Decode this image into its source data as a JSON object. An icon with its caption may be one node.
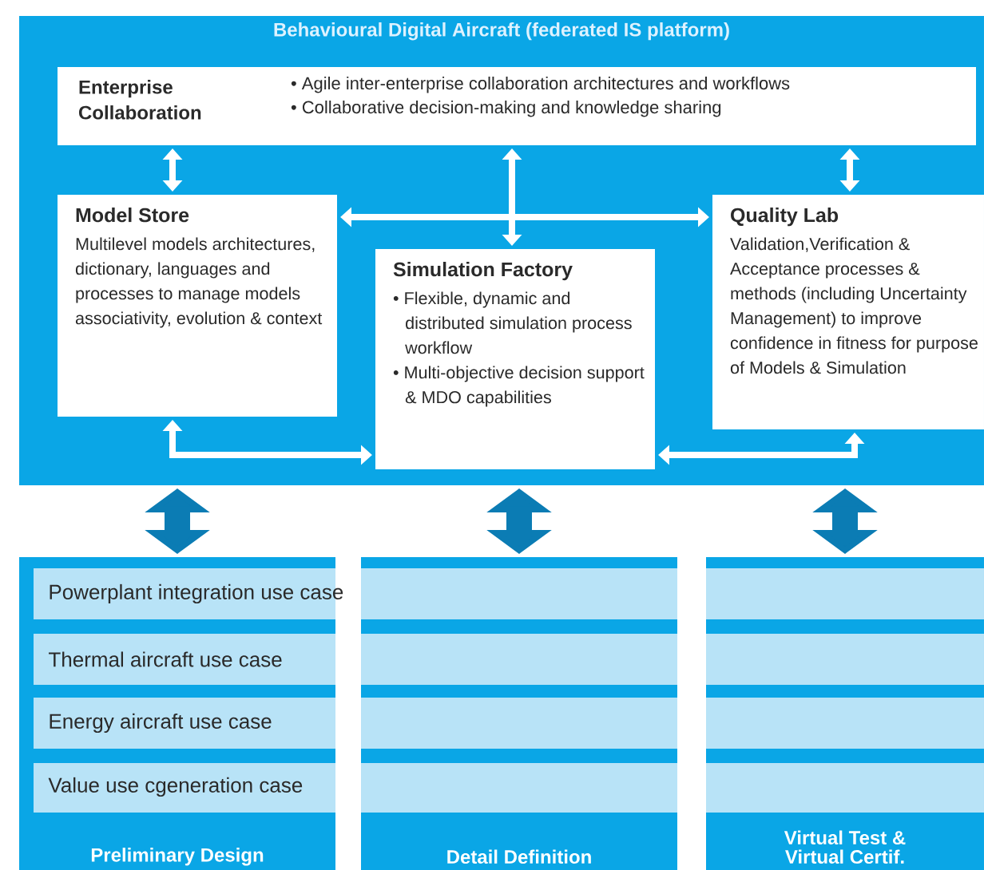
{
  "diagram": {
    "nodes": [
      {
        "text": [
          "Behavioural Digital Aircraft (federated IS platform)"
        ]
      },
      {
        "text": [
          "Enterprise Collaboration",
          "• Agile inter-enterprise collaboration architectures and workflows",
          "• Collaborative decision-making and knowledge sharing"
        ],
        "in": 0
      },
      {
        "text": [
          "Model Store",
          "Multilevel models architectures, dictionary, languages and processes to manage models associativity, evolution & context"
        ],
        "in": 0
      },
      {
        "text": [
          "Simulation Factory",
          "• Flexible, dynamic and distributed simulation process workflow",
          "• Multi-objective decision support & MDO capabilities"
        ],
        "in": 0
      },
      {
        "text": [
          "Quality Lab",
          "Validation,Verification & Acceptance processes & methods (including Uncertainty Management) to improve confidence in fitness for purpose of Models & Simulation"
        ],
        "in": 0
      },
      {
        "text": [
          "Preliminary Design"
        ]
      },
      {
        "text": [
          "Detail Definition"
        ]
      },
      {
        "text": [
          "Virtual Test & Virtual Certif."
        ]
      }
    ],
    "edges": [
      {
        "from": 1,
        "to": 2,
        "arrow": "both"
      },
      {
        "from": 1,
        "to": 3,
        "arrow": "both"
      },
      {
        "from": 1,
        "to": 4,
        "arrow": "both"
      },
      {
        "from": 2,
        "to": 4,
        "arrow": "both"
      },
      {
        "from": 2,
        "to": 3,
        "arrow": "both"
      },
      {
        "from": 4,
        "to": 3,
        "arrow": "both"
      },
      {
        "from": 0,
        "to": 5,
        "arrow": "both",
        "style": "thick",
        "color": "#0b7cb4"
      },
      {
        "from": 0,
        "to": 6,
        "arrow": "both",
        "style": "thick",
        "color": "#0b7cb4"
      },
      {
        "from": 0,
        "to": 7,
        "arrow": "both",
        "style": "thick",
        "color": "#0b7cb4"
      }
    ],
    "labels": [
      "Powerplant integration use case",
      "Thermal aircraft use case",
      "Energy aircraft use case",
      "Value use cgeneration case"
    ]
  }
}
